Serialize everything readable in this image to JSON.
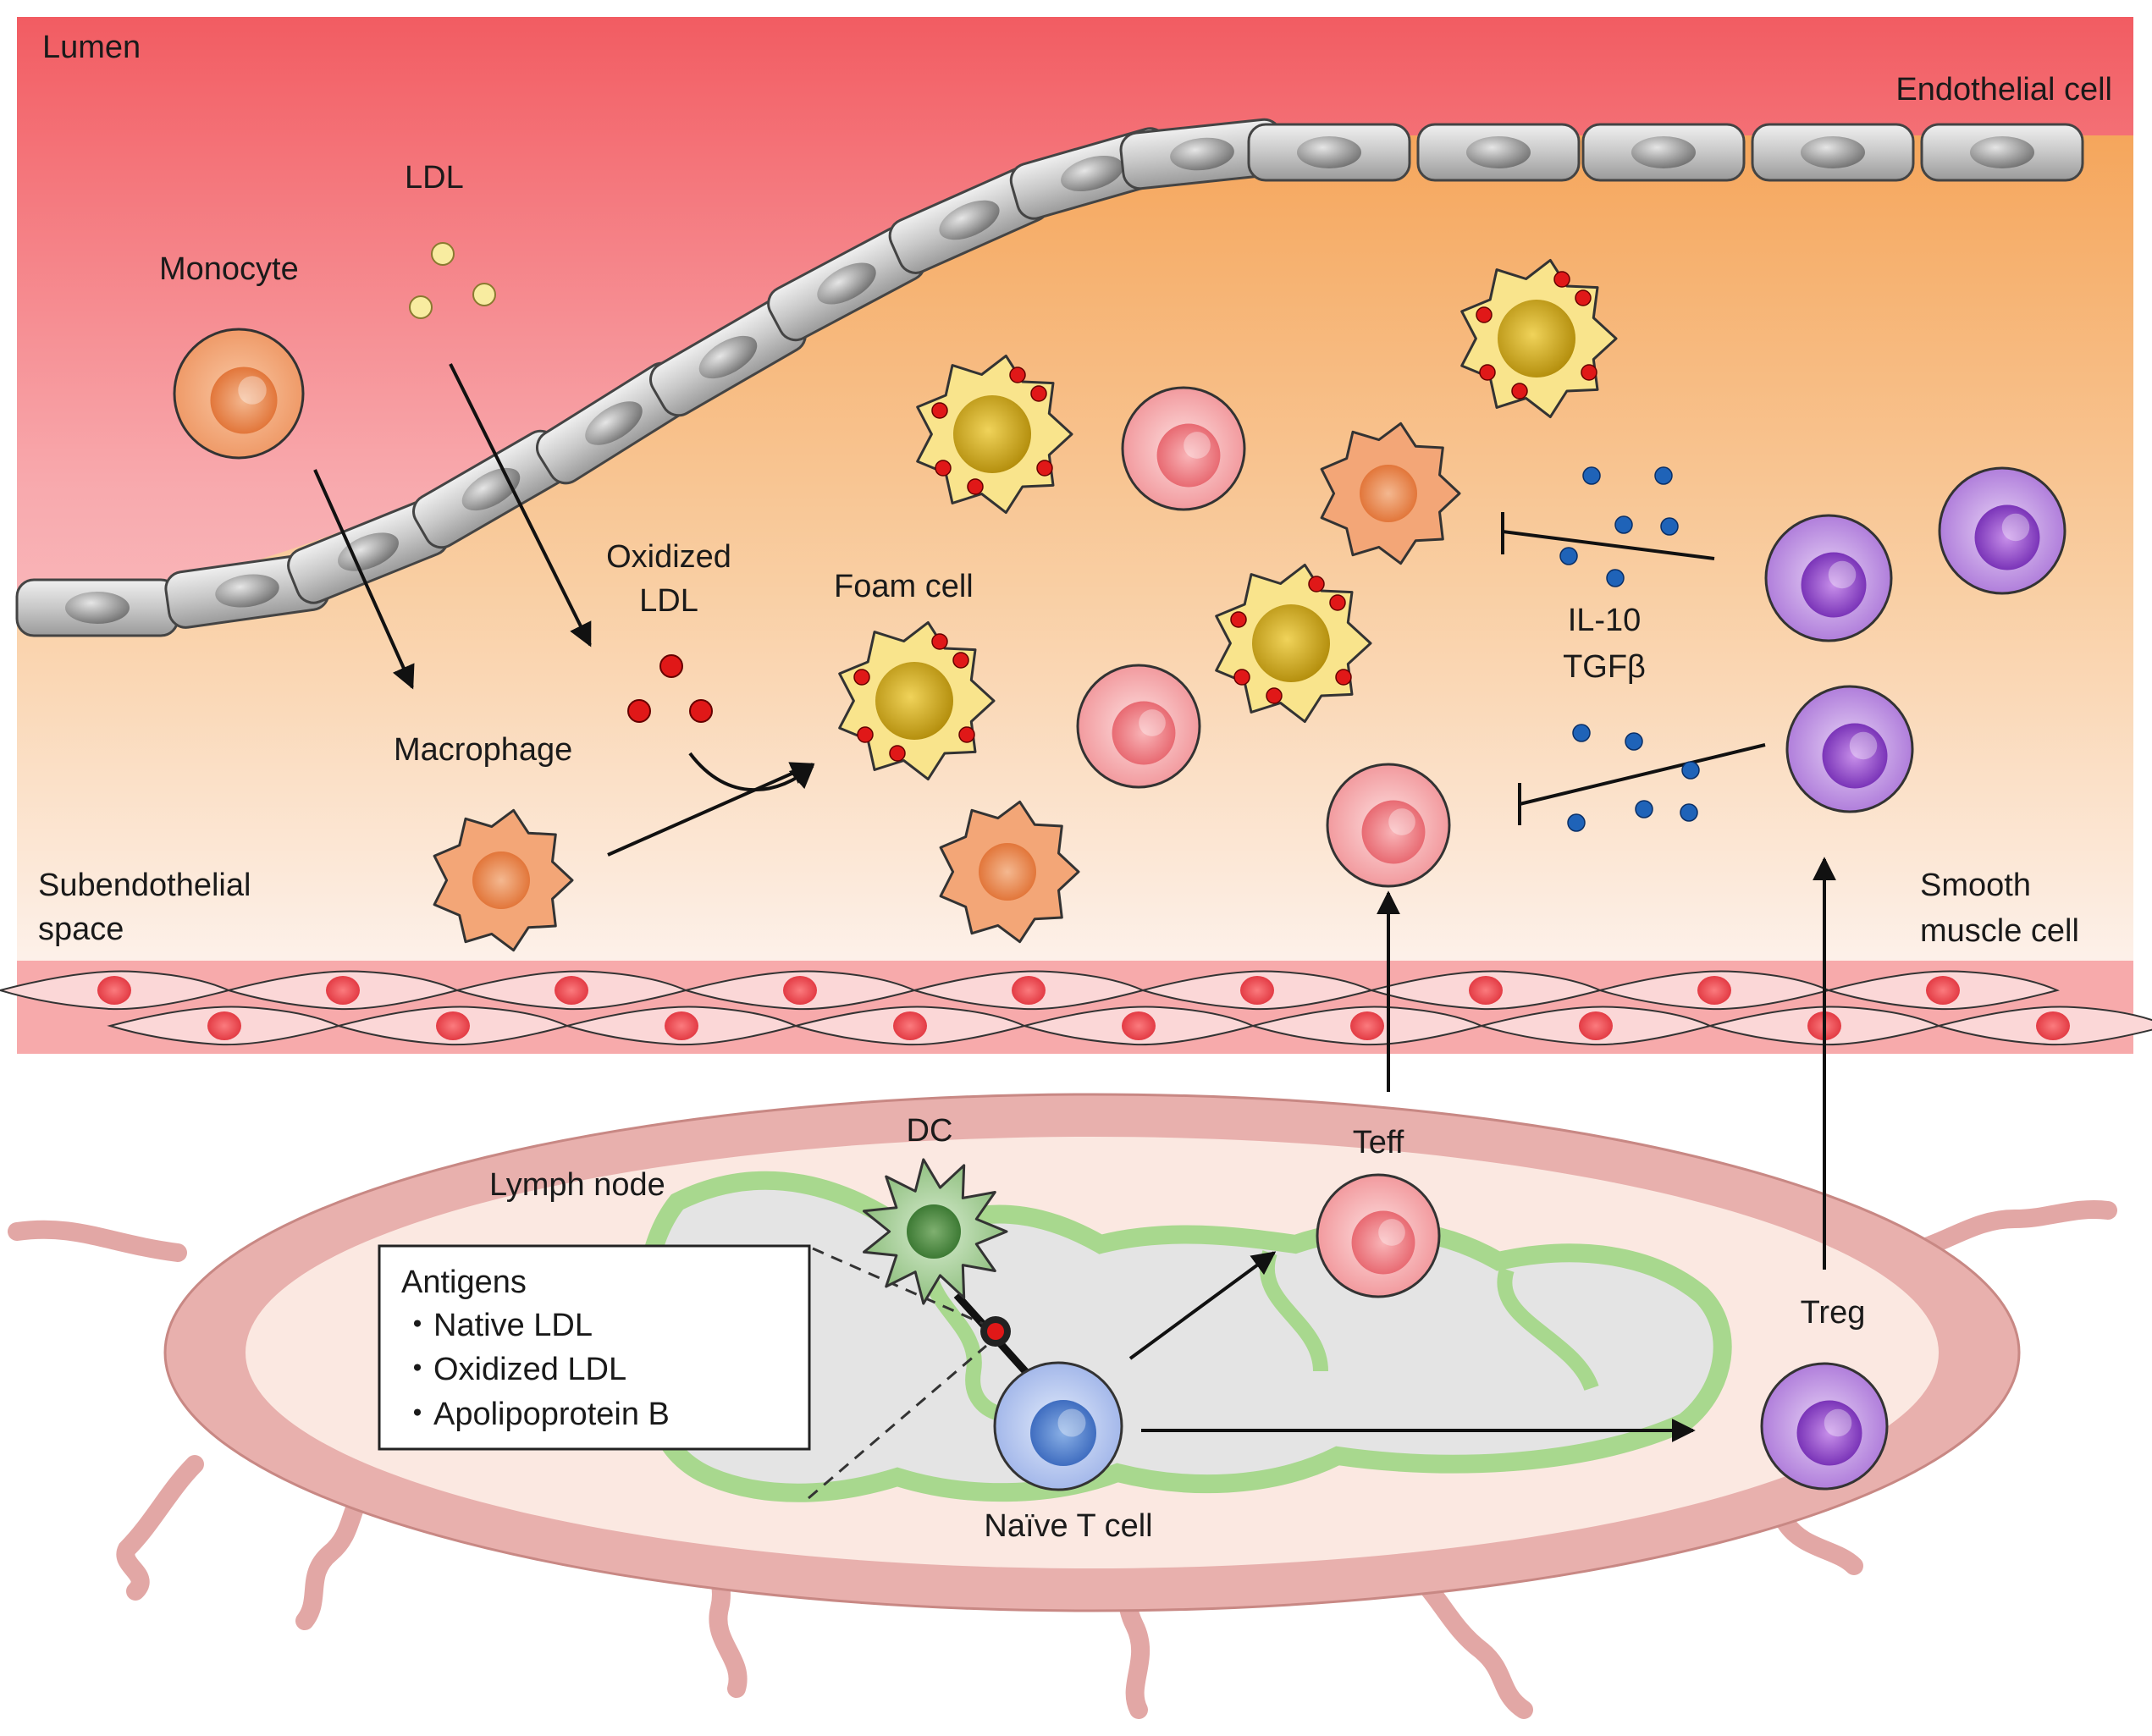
{
  "labels": {
    "lumen": "Lumen",
    "endothelial_cell": "Endothelial cell",
    "ldl": "LDL",
    "monocyte": "Monocyte",
    "oxidized_ldl_1": "Oxidized",
    "oxidized_ldl_2": "LDL",
    "foam_cell": "Foam cell",
    "macrophage": "Macrophage",
    "subendothelial_1": "Subendothelial",
    "subendothelial_2": "space",
    "smooth_muscle_1": "Smooth",
    "smooth_muscle_2": "muscle cell",
    "il10": "IL-10",
    "tgfb": "TGFβ",
    "dc": "DC",
    "teff": "Teff",
    "lymph_node": "Lymph node",
    "treg": "Treg",
    "naive_t_cell": "Naïve T cell"
  },
  "antigens_box": {
    "title": "Antigens",
    "items": [
      "・Native LDL",
      "・Oxidized LDL",
      "・Apolipoprotein B"
    ]
  },
  "colors": {
    "lumen_top": "#f26065",
    "intima": "#f7b57a",
    "macrophage": "#f2a070",
    "foam_cell": "#f5e07a",
    "teff": "#f4a0a4",
    "treg": "#b88de0",
    "naive_t": "#a9bdec",
    "dc": "#8fbf7f",
    "lymph_node": "#e8b0ad",
    "cytokine_dot": "#1f63b8",
    "oxldl": "#e01818",
    "ldl": "#f8eca0"
  }
}
